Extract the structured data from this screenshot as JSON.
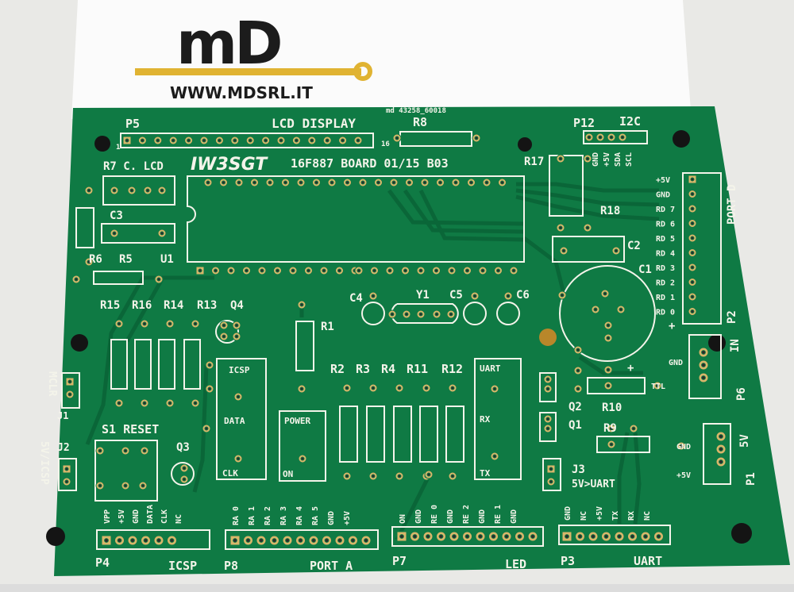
{
  "logo": {
    "brand": "mD",
    "website": "WWW.MDSRL.IT"
  },
  "board": {
    "code": "md 43258_60018",
    "callsign": "IW3SGT",
    "title": "16F887 BOARD 01/15 B03",
    "colors": {
      "pcb": "#0f7a44",
      "trace": "#0b6a3a",
      "silk": "#f4f4ea",
      "pad": "#d9b56a",
      "hole": "#141414"
    }
  },
  "labels": {
    "p5": "P5",
    "p5_pin1": "1",
    "lcd_display": "LCD DISPLAY",
    "r8": "R8",
    "r8_pin16": "16",
    "p12": "P12",
    "i2c": "I2C",
    "p12_pins": [
      "GND",
      "+5V",
      "SDA",
      "SCL"
    ],
    "r7_clcd": "R7 C. LCD",
    "c3": "C3",
    "r6": "R6",
    "r5": "R5",
    "u1": "U1",
    "r17": "R17",
    "r18": "R18",
    "c2": "C2",
    "c1": "C1",
    "port_d": "PORT D",
    "p2": "P2",
    "port_d_pins": [
      "+5V",
      "GND",
      "RD 7",
      "RD 6",
      "RD 5",
      "RD 4",
      "RD 3",
      "RD 2",
      "RD 1",
      "RD 0"
    ],
    "plus": "+",
    "r15": "R15",
    "r16": "R16",
    "r14": "R14",
    "r13": "R13",
    "q4": "Q4",
    "r1": "R1",
    "c4": "C4",
    "y1": "Y1",
    "c5": "C5",
    "c6": "C6",
    "in": "IN",
    "p6": "P6",
    "gnd": "GND",
    "ttl": "TTL",
    "mclr": "MCLR",
    "j1": "J1",
    "icsp_box": "ICSP",
    "data": "DATA",
    "clk": "CLK",
    "power": "POWER",
    "on": "ON",
    "r2": "R2",
    "r3": "R3",
    "r4": "R4",
    "r11": "R11",
    "r12": "R12",
    "uart_box": "UART",
    "rx": "RX",
    "tx": "TX",
    "q2": "Q2",
    "q1": "Q1",
    "r10": "R10",
    "r9": "R9",
    "v5": "5V",
    "p1": "P1",
    "plus5v": "+5V",
    "j3": "J3",
    "j3_desc": "5V>UART",
    "s1_reset": "S1 RESET",
    "q3": "Q3",
    "j2": "J2",
    "j2_desc": "5V/ICSP",
    "p4_pins": [
      "VPP",
      "+5V",
      "GND",
      "DATA",
      "CLK",
      "NC"
    ],
    "p8_pins": [
      "RA 0",
      "RA 1",
      "RA 2",
      "RA 3",
      "RA 4",
      "RA 5",
      "GND",
      "+5V"
    ],
    "p7_pins": [
      "ON",
      "GND",
      "RE 0",
      "GND",
      "RE 2",
      "GND",
      "RE 1",
      "GND"
    ],
    "p3_pins": [
      "GND",
      "NC",
      "+5V",
      "TX",
      "RX",
      "NC"
    ],
    "p4": "P4",
    "icsp": "ICSP",
    "p8": "P8",
    "port_a": "PORT A",
    "p7": "P7",
    "led": "LED",
    "p3": "P3",
    "uart": "UART"
  }
}
